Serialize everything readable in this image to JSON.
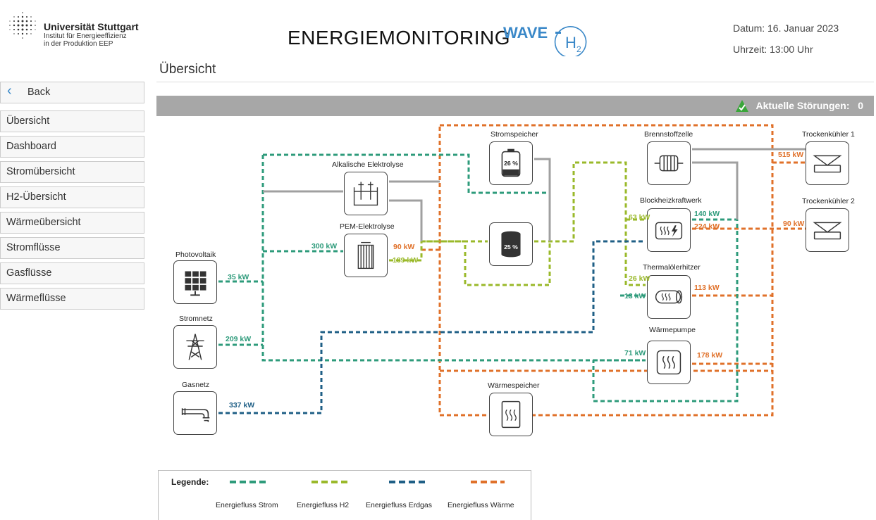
{
  "header": {
    "university": "Universität Stuttgart",
    "institute_line1": "Institut für Energieeffizienz",
    "institute_line2": "in der Produktion EEP",
    "app_title": "ENERGIEMONITORING",
    "brand_wave": "WAVE",
    "brand_h": "H",
    "brand_sub": "2",
    "date_label": "Datum:  16. Januar 2023",
    "time_label": "Uhrzeit: 13:00  Uhr"
  },
  "page": {
    "title": "Übersicht"
  },
  "sidebar": {
    "back_label": "Back",
    "items": [
      {
        "label": "Übersicht"
      },
      {
        "label": "Dashboard"
      },
      {
        "label": "Stromübersicht"
      },
      {
        "label": "H2-Übersicht"
      },
      {
        "label": "Wärmeübersicht"
      },
      {
        "label": "Stromflüsse"
      },
      {
        "label": "Gasflüsse"
      },
      {
        "label": "Wärmeflüsse"
      }
    ]
  },
  "status": {
    "label": "Aktuelle Störungen:",
    "count": "0"
  },
  "nodes": {
    "photovoltaik": "Photovoltaik",
    "stromnetz": "Stromnetz",
    "gasnetz": "Gasnetz",
    "alkalische": "Alkalische Elektrolyse",
    "pem": "PEM-Elektrolyse",
    "stromspeicher": "Stromspeicher",
    "stromspeicher_level": "26 %",
    "h2speicher_level": "25 %",
    "waermespeicher": "Wärmespeicher",
    "brennstoffzelle": "Brennstoffzelle",
    "bhkw": "Blockheizkraftwerk",
    "thermoel": "Thermalölerhitzer",
    "waermepumpe": "Wärmepumpe",
    "trocken1": "Trockenkühler 1",
    "trocken2": "Trockenkühler 2"
  },
  "values": {
    "pv": "35 kW",
    "netz": "209 kW",
    "gas": "337 kW",
    "pem_in": "300 kW",
    "pem_heat": "90 kW",
    "pem_h2": "189 kW",
    "tk1": "515 kW",
    "tk2": "90 kW",
    "bhkw_h2": "63 kW",
    "bhkw_strom": "140 kW",
    "bhkw_heat": "224 kW",
    "therm_h2": "26 kW",
    "therm_strom": "13 kW",
    "therm_heat": "113 kW",
    "wp_strom": "71 kW",
    "wp_heat": "178 kW"
  },
  "legend": {
    "title": "Legende:",
    "items": [
      {
        "label": "Energiefluss Strom",
        "color": "#2e9b7b"
      },
      {
        "label": "Energiefluss H2",
        "color": "#9ab92a"
      },
      {
        "label": "Energiefluss Erdgas",
        "color": "#1f5f86"
      },
      {
        "label": "Energiefluss Wärme",
        "color": "#e0712a"
      }
    ]
  },
  "colors": {
    "strom": "#2e9b7b",
    "h2": "#9ab92a",
    "gas": "#1f5f86",
    "heat": "#e0712a",
    "accent": "#3a88c8",
    "ok": "#3aa63a"
  }
}
